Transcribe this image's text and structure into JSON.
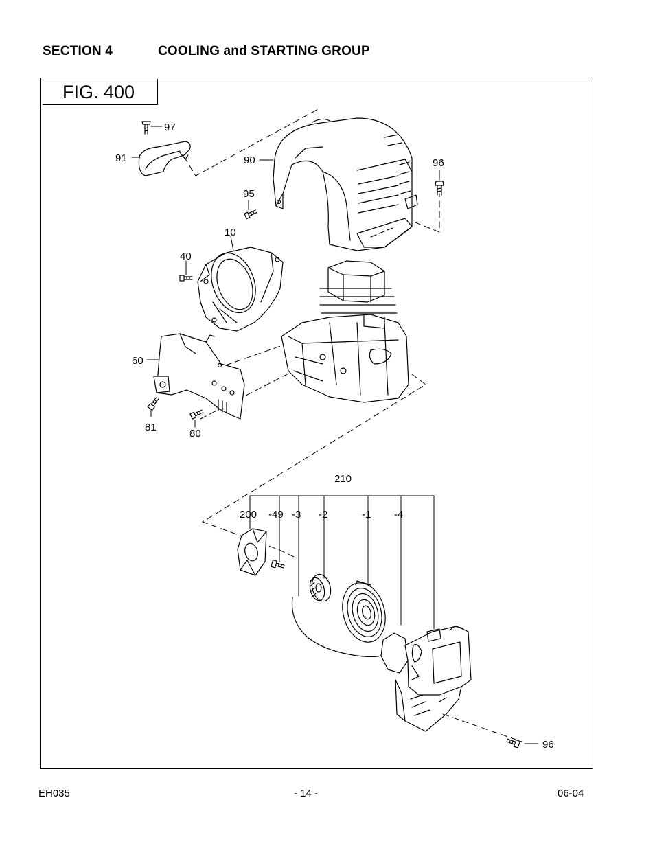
{
  "header": {
    "section_number": "SECTION 4",
    "section_title": "COOLING and STARTING GROUP"
  },
  "figure": {
    "label": "FIG. 400",
    "callouts": {
      "p97": "97",
      "p91": "91",
      "p90": "90",
      "p96_top": "96",
      "p95": "95",
      "p10": "10",
      "p40": "40",
      "p60": "60",
      "p81": "81",
      "p80": "80",
      "p210": "210",
      "p200": "200",
      "m49": "-49",
      "m3": "-3",
      "m2": "-2",
      "m1": "-1",
      "m4": "-4",
      "p96_bottom": "96"
    }
  },
  "footer": {
    "model": "EH035",
    "page": "- 14 -",
    "date": "06-04"
  }
}
